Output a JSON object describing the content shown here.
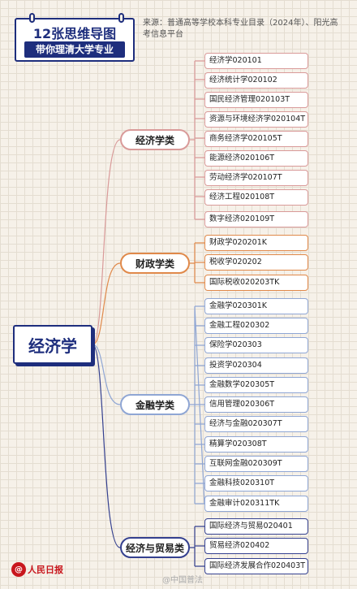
{
  "title": {
    "line1": "12张思维导图",
    "line2": "带你理清大学专业"
  },
  "source": "来源：普通高等学校本科专业目录（2024年）、阳光高考信息平台",
  "root": "经济学",
  "categories": [
    {
      "name": "经济学类",
      "color": "#d99a99",
      "items": [
        "经济学020101",
        "经济统计学020102",
        "国民经济管理020103T",
        "资源与环境经济学020104T",
        "商务经济学020105T",
        "能源经济020106T",
        "劳动经济学020107T",
        "经济工程020108T",
        "数字经济020109T"
      ]
    },
    {
      "name": "财政学类",
      "color": "#e0894a",
      "items": [
        "财政学020201K",
        "税收学020202",
        "国际税收020203TK"
      ]
    },
    {
      "name": "金融学类",
      "color": "#8fa6d4",
      "items": [
        "金融学020301K",
        "金融工程020302",
        "保险学020303",
        "投资学020304",
        "金融数学020305T",
        "信用管理020306T",
        "经济与金融020307T",
        "精算学020308T",
        "互联网金融020309T",
        "金融科技020310T",
        "金融审计020311TK"
      ]
    },
    {
      "name": "经济与贸易类",
      "color": "#34408f",
      "items": [
        "国际经济与贸易020401",
        "贸易经济020402",
        "国际经济发展合作020403T"
      ]
    }
  ],
  "logo": {
    "mark": "@",
    "text": "人民日报"
  },
  "watermark": "@中国普法"
}
